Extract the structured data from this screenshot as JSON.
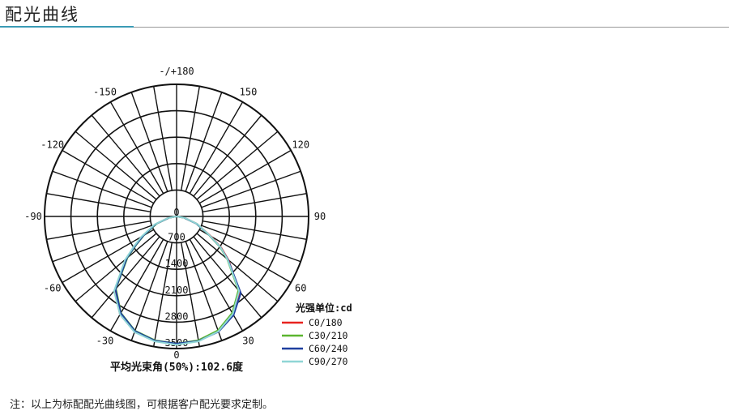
{
  "header": {
    "title": "配光曲线"
  },
  "footer": {
    "note": "注：以上为标配配光曲线图，可根据客户配光要求定制。"
  },
  "chart_data": {
    "type": "polar",
    "angle_labels": [
      {
        "angle": 180,
        "text": "-/+180"
      },
      {
        "angle": -150,
        "text": "-150"
      },
      {
        "angle": 150,
        "text": "150"
      },
      {
        "angle": -120,
        "text": "-120"
      },
      {
        "angle": 120,
        "text": "120"
      },
      {
        "angle": -90,
        "text": "-90"
      },
      {
        "angle": 90,
        "text": "90"
      },
      {
        "angle": -60,
        "text": "-60"
      },
      {
        "angle": 60,
        "text": "60"
      },
      {
        "angle": -30,
        "text": "-30"
      },
      {
        "angle": 30,
        "text": "30"
      },
      {
        "angle": 0,
        "text": "0"
      }
    ],
    "radial_ticks": [
      0,
      700,
      1400,
      2100,
      2800,
      3500
    ],
    "rmax": 3500,
    "unit_label": "光强单位:cd",
    "beam_angle_label": "平均光束角(50%):102.6度",
    "angles": [
      -90,
      -80,
      -70,
      -60,
      -55,
      -50,
      -40,
      -30,
      -20,
      -10,
      0,
      10,
      20,
      30,
      40,
      50,
      55,
      60,
      70,
      80,
      90
    ],
    "series": [
      {
        "name": "C0/180",
        "color": "#e8231f",
        "values": [
          0,
          220,
          600,
          1050,
          1350,
          1750,
          2550,
          3000,
          3250,
          3350,
          3380,
          3340,
          3220,
          2980,
          2600,
          1800,
          1450,
          1050,
          580,
          220,
          0
        ]
      },
      {
        "name": "C30/210",
        "color": "#5bb52f",
        "values": [
          0,
          200,
          560,
          1000,
          1300,
          1700,
          2500,
          2950,
          3220,
          3330,
          3370,
          3330,
          3210,
          2950,
          2550,
          1750,
          1400,
          1000,
          560,
          200,
          0
        ]
      },
      {
        "name": "C60/240",
        "color": "#1f3f9f",
        "values": [
          0,
          210,
          580,
          1020,
          1320,
          1720,
          2520,
          2960,
          3230,
          3340,
          3370,
          3350,
          3250,
          3020,
          2650,
          1780,
          1420,
          1020,
          570,
          210,
          0
        ]
      },
      {
        "name": "C90/270",
        "color": "#8fd6d6",
        "values": [
          0,
          230,
          620,
          1080,
          1380,
          1780,
          2580,
          3000,
          3260,
          3360,
          3400,
          3360,
          3240,
          2980,
          2580,
          1760,
          1420,
          1030,
          590,
          230,
          0
        ]
      }
    ]
  }
}
